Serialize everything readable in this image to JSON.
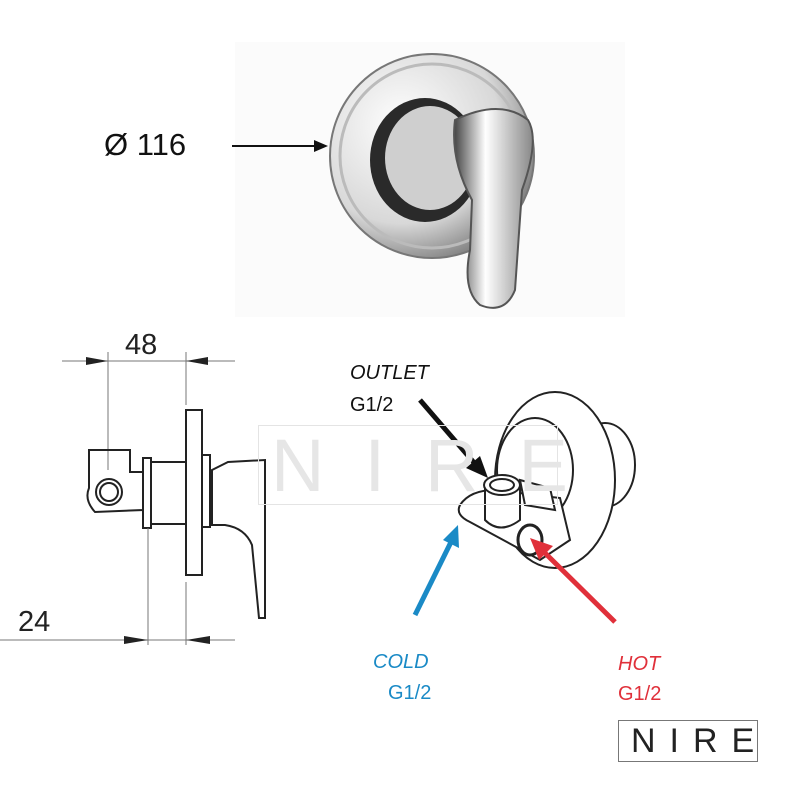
{
  "product_photo": {
    "diameter_label": "Ø 116"
  },
  "side_view": {
    "dim_top": "48",
    "dim_bottom": "24"
  },
  "connections": {
    "outlet": {
      "name": "OUTLET",
      "size": "G1/2"
    },
    "cold": {
      "name": "COLD",
      "size": "G1/2"
    },
    "hot": {
      "name": "HOT",
      "size": "G1/2"
    }
  },
  "brand": {
    "logo": "NIRE",
    "watermark": "NIRE"
  },
  "colors": {
    "cold": "#1a8ac6",
    "hot": "#e0303a",
    "outlet": "#111111"
  }
}
